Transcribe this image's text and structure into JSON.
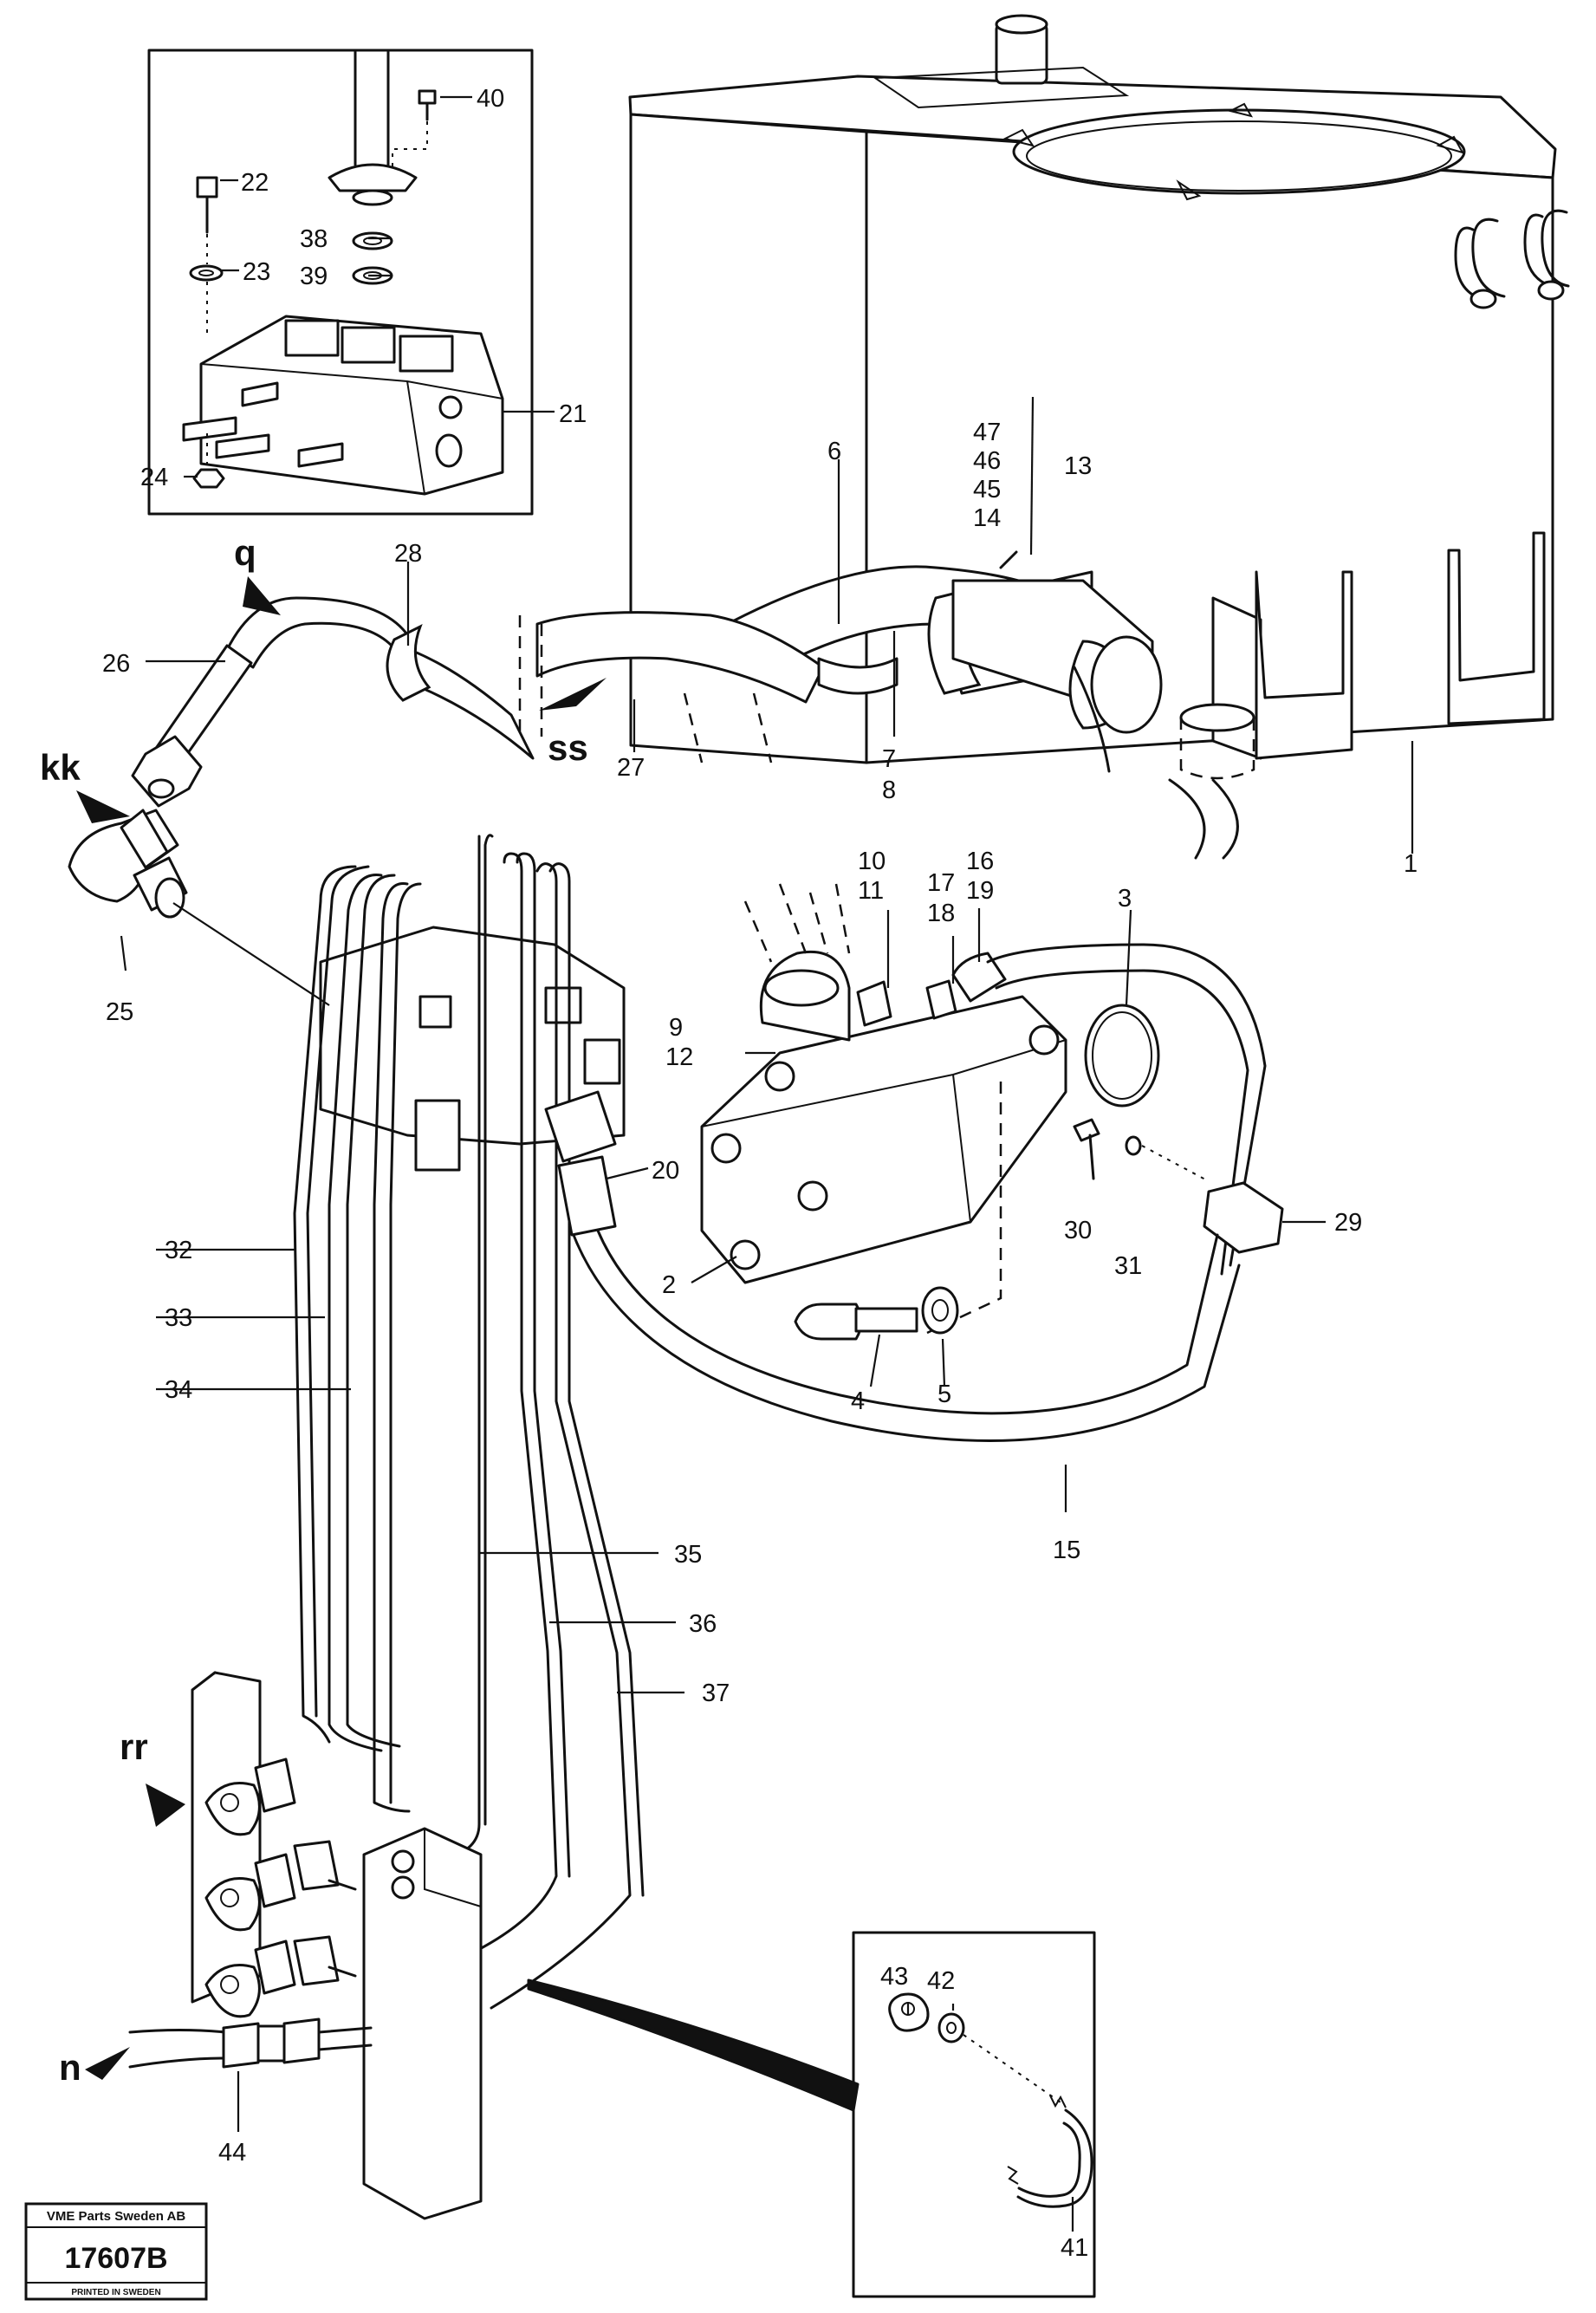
{
  "callouts": {
    "c1": "1",
    "c2": "2",
    "c3": "3",
    "c4": "4",
    "c5": "5",
    "c6": "6",
    "c7": "7",
    "c8": "8",
    "c9": "9",
    "c10": "10",
    "c11": "11",
    "c12": "12",
    "c13": "13",
    "c14": "14",
    "c15": "15",
    "c16": "16",
    "c17": "17",
    "c18": "18",
    "c19": "19",
    "c20": "20",
    "c21": "21",
    "c22": "22",
    "c23": "23",
    "c24": "24",
    "c25": "25",
    "c26": "26",
    "c27": "27",
    "c28": "28",
    "c29": "29",
    "c30": "30",
    "c31": "31",
    "c32": "32",
    "c33": "33",
    "c34": "34",
    "c35": "35",
    "c36": "36",
    "c37": "37",
    "c38": "38",
    "c39": "39",
    "c40": "40",
    "c41": "41",
    "c42": "42",
    "c43": "43",
    "c44": "44",
    "c45": "45",
    "c46": "46",
    "c47": "47"
  },
  "letters": {
    "q": "q",
    "kk": "kk",
    "ss": "ss",
    "rr": "rr",
    "n": "n"
  },
  "stamp": {
    "company": "VME Parts Sweden AB",
    "number": "17607B",
    "printed": "PRINTED IN SWEDEN"
  }
}
